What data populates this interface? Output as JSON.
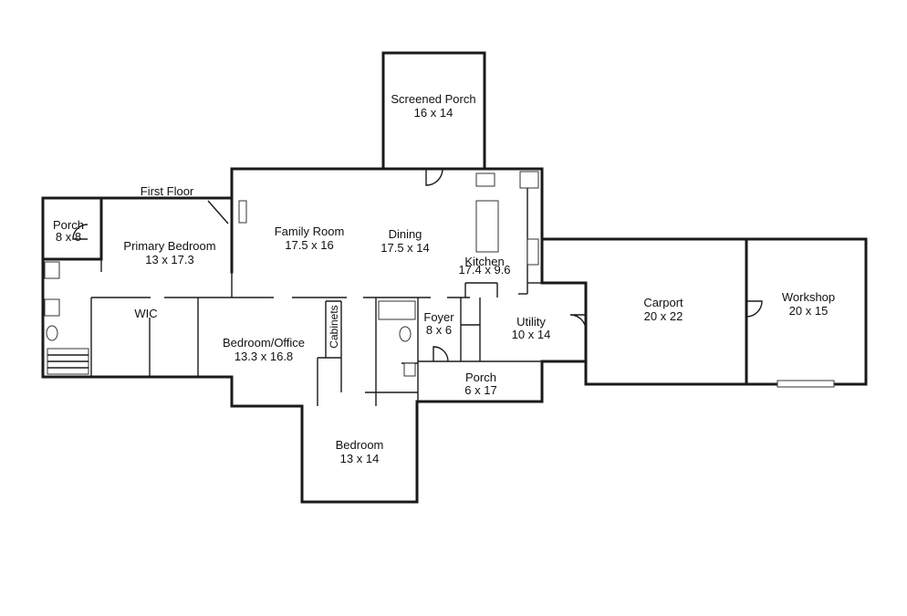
{
  "floor_label": "First Floor",
  "rooms": [
    {
      "id": "screened-porch",
      "name": "Screened Porch",
      "dims": "16 x 14"
    },
    {
      "id": "porch-nw",
      "name": "Porch",
      "dims": "8 x 8"
    },
    {
      "id": "primary-bedroom",
      "name": "Primary Bedroom",
      "dims": "13 x 17.3"
    },
    {
      "id": "family-room",
      "name": "Family Room",
      "dims": "17.5 x 16"
    },
    {
      "id": "dining",
      "name": "Dining",
      "dims": "17.5 x 14"
    },
    {
      "id": "kitchen",
      "name": "Kitchen",
      "dims": "17.4 x 9.6"
    },
    {
      "id": "wic",
      "name": "WIC",
      "dims": ""
    },
    {
      "id": "bedroom-office",
      "name": "Bedroom/Office",
      "dims": "13.3 x 16.8"
    },
    {
      "id": "cabinets",
      "name": "Cabinets",
      "dims": ""
    },
    {
      "id": "foyer",
      "name": "Foyer",
      "dims": "8 x 6"
    },
    {
      "id": "utility",
      "name": "Utility",
      "dims": "10 x 14"
    },
    {
      "id": "carport",
      "name": "Carport",
      "dims": "20 x 22"
    },
    {
      "id": "workshop",
      "name": "Workshop",
      "dims": "20 x 15"
    },
    {
      "id": "porch-front",
      "name": "Porch",
      "dims": "6 x 17"
    },
    {
      "id": "bedroom",
      "name": "Bedroom",
      "dims": "13 x 14"
    }
  ]
}
